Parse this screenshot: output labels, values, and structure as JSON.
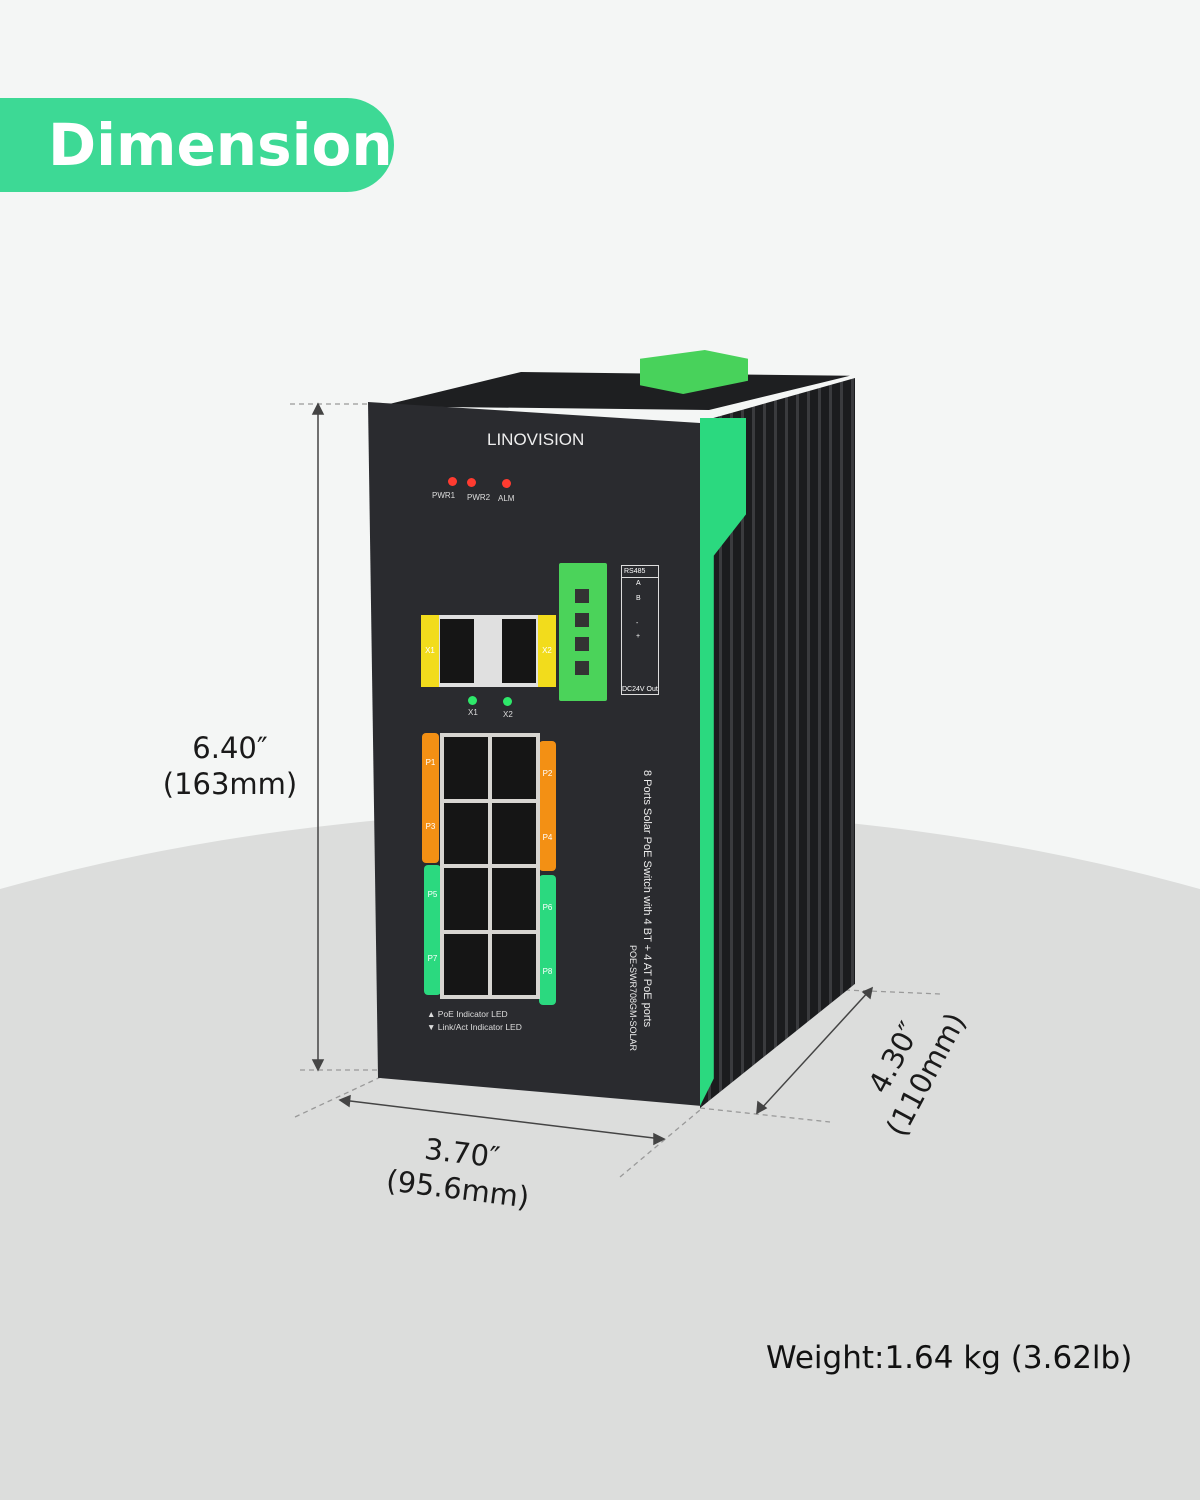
{
  "header": {
    "title": "Dimension"
  },
  "dimensions": {
    "height_in": "6.40″",
    "height_mm": "(163mm)",
    "width_in": "3.70″",
    "width_mm": "(95.6mm)",
    "depth_in": "4.30″",
    "depth_mm": "(110mm)"
  },
  "weight": "Weight:1.64 kg (3.62lb)",
  "product": {
    "brand": "LINOVISION",
    "leds": [
      "PWR1",
      "PWR2",
      "ALM"
    ],
    "sfp": [
      "X1",
      "X2"
    ],
    "sfp_leds": [
      "X1",
      "X2"
    ],
    "terminal": {
      "title": "RS485",
      "a": "A",
      "b": "B",
      "minus": "-",
      "plus": "+",
      "footer": "DC24V Out"
    },
    "ports": [
      "P1",
      "P2",
      "P3",
      "P4",
      "P5",
      "P6",
      "P7",
      "P8"
    ],
    "legend": [
      "▲ PoE Indicator LED",
      "▼ Link/Act Indicator LED"
    ],
    "description": "8 Ports Solar PoE Switch with 4 BT + 4 AT PoE ports",
    "model": "POE-SWR708GM-SOLAR"
  },
  "colors": {
    "accent": "#3dd995",
    "poe_bt": "#f39014",
    "poe_at": "#2bd97f"
  }
}
